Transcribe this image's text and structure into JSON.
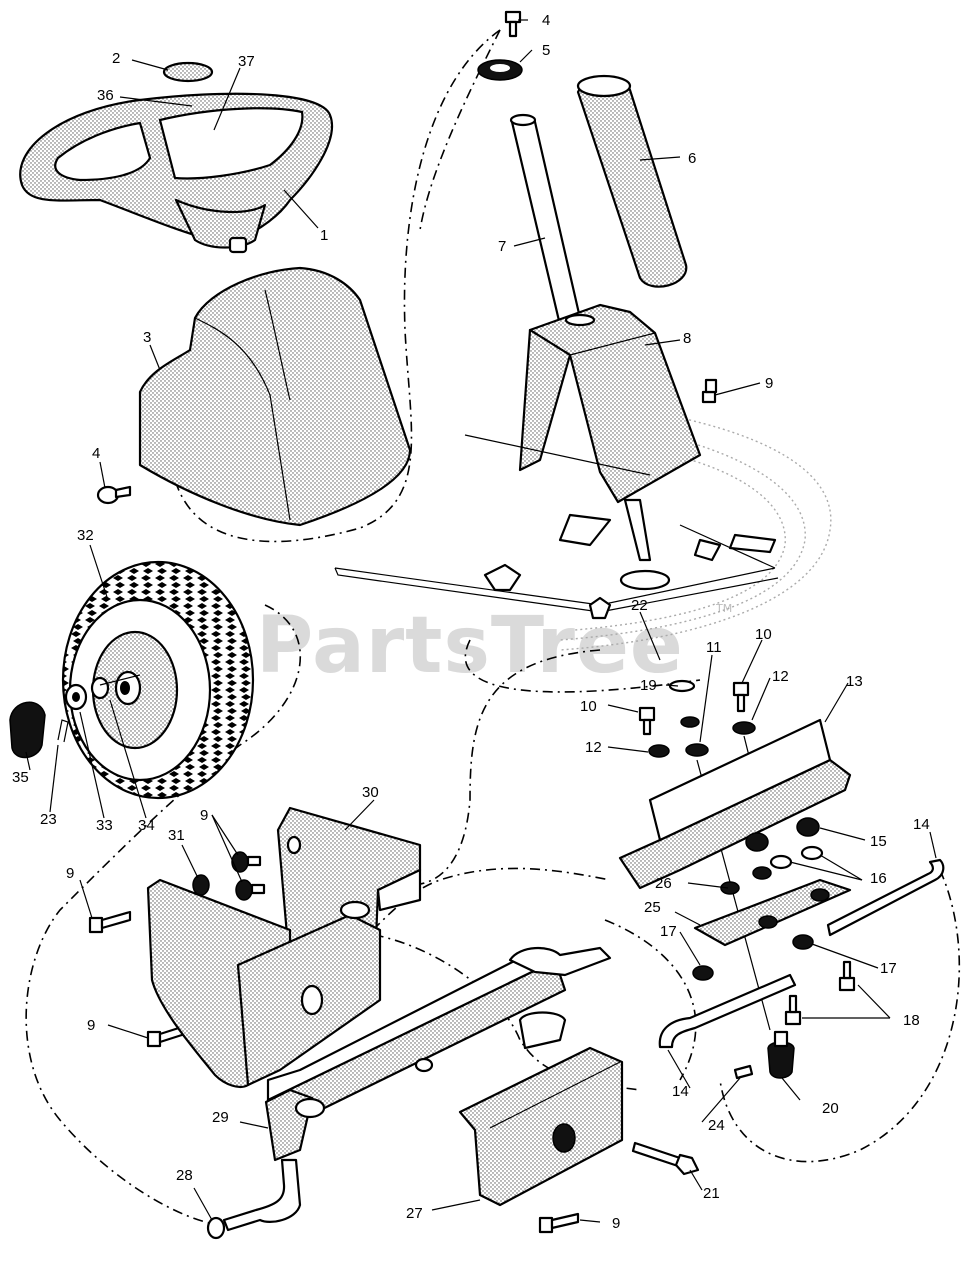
{
  "watermark": {
    "text": "PartsTree",
    "trademark": "TM"
  },
  "callouts": {
    "c1": "1",
    "c2": "2",
    "c3": "3",
    "c4a": "4",
    "c4b": "4",
    "c5": "5",
    "c6": "6",
    "c7": "7",
    "c8": "8",
    "c9a": "9",
    "c9b": "9",
    "c9c": "9",
    "c9d": "9",
    "c9e": "9",
    "c10a": "10",
    "c10b": "10",
    "c11": "11",
    "c12a": "12",
    "c12b": "12",
    "c13": "13",
    "c14a": "14",
    "c14b": "14",
    "c15": "15",
    "c16": "16",
    "c17a": "17",
    "c17b": "17",
    "c18": "18",
    "c19": "19",
    "c20": "20",
    "c21": "21",
    "c22": "22",
    "c23": "23",
    "c24": "24",
    "c25": "25",
    "c26": "26",
    "c27": "27",
    "c28": "28",
    "c29": "29",
    "c30": "30",
    "c31": "31",
    "c32": "32",
    "c33": "33",
    "c34": "34",
    "c35": "35",
    "c36": "36",
    "c37": "37"
  }
}
